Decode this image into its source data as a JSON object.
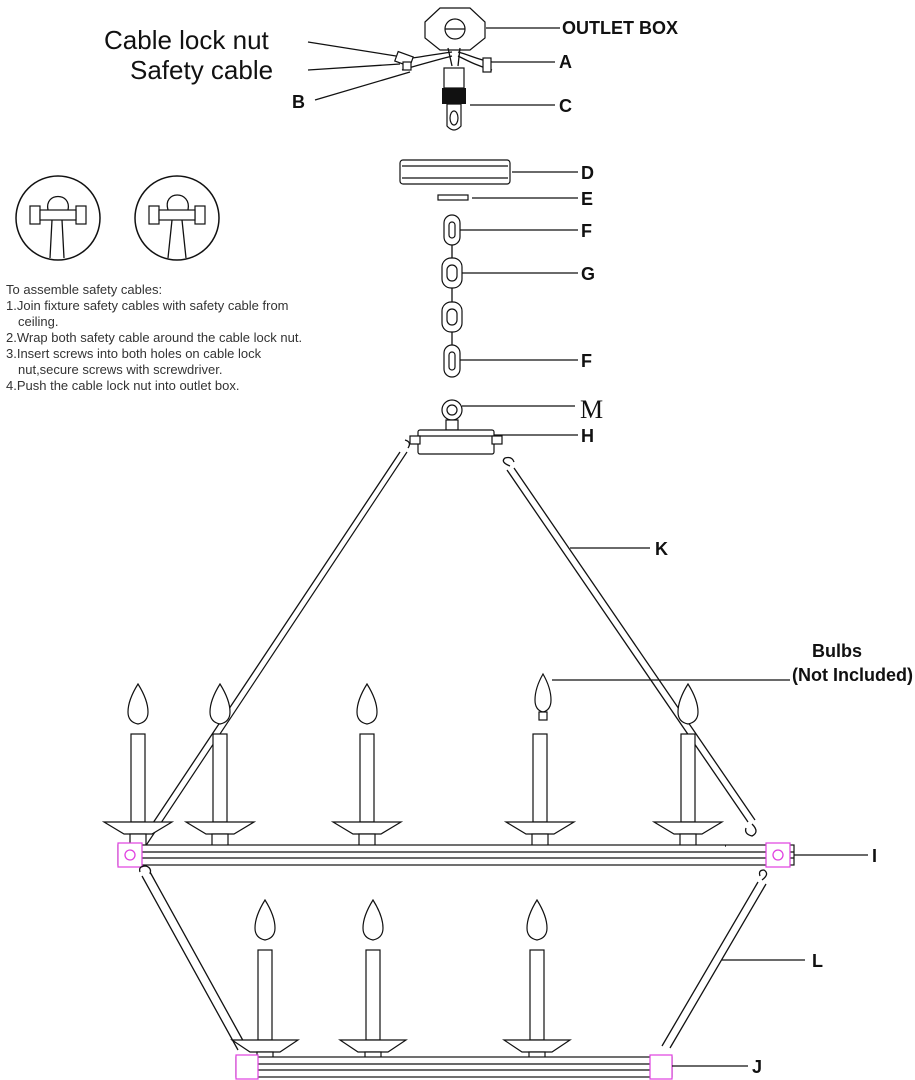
{
  "labels": {
    "outlet_box": "OUTLET BOX",
    "cable_lock_nut": "Cable lock nut",
    "safety_cable": "Safety cable",
    "a": "A",
    "b": "B",
    "c": "C",
    "d": "D",
    "e": "E",
    "f_top": "F",
    "g": "G",
    "f_bottom": "F",
    "m": "M",
    "h": "H",
    "k": "K",
    "bulbs_line1": "Bulbs",
    "bulbs_line2": "(Not Included)",
    "i": "I",
    "l": "L",
    "j": "J"
  },
  "instructions": {
    "title": "To assemble safety cables:",
    "steps": [
      "1.Join fixture safety cables with safety cable from ceiling.",
      "2.Wrap both safety cable around the cable lock nut.",
      "3.Insert screws into both holes on cable lock nut,secure screws with screwdriver.",
      "4.Push the cable lock nut into outlet box."
    ]
  },
  "colors": {
    "line": "#111111",
    "accent": "#e040e0"
  }
}
